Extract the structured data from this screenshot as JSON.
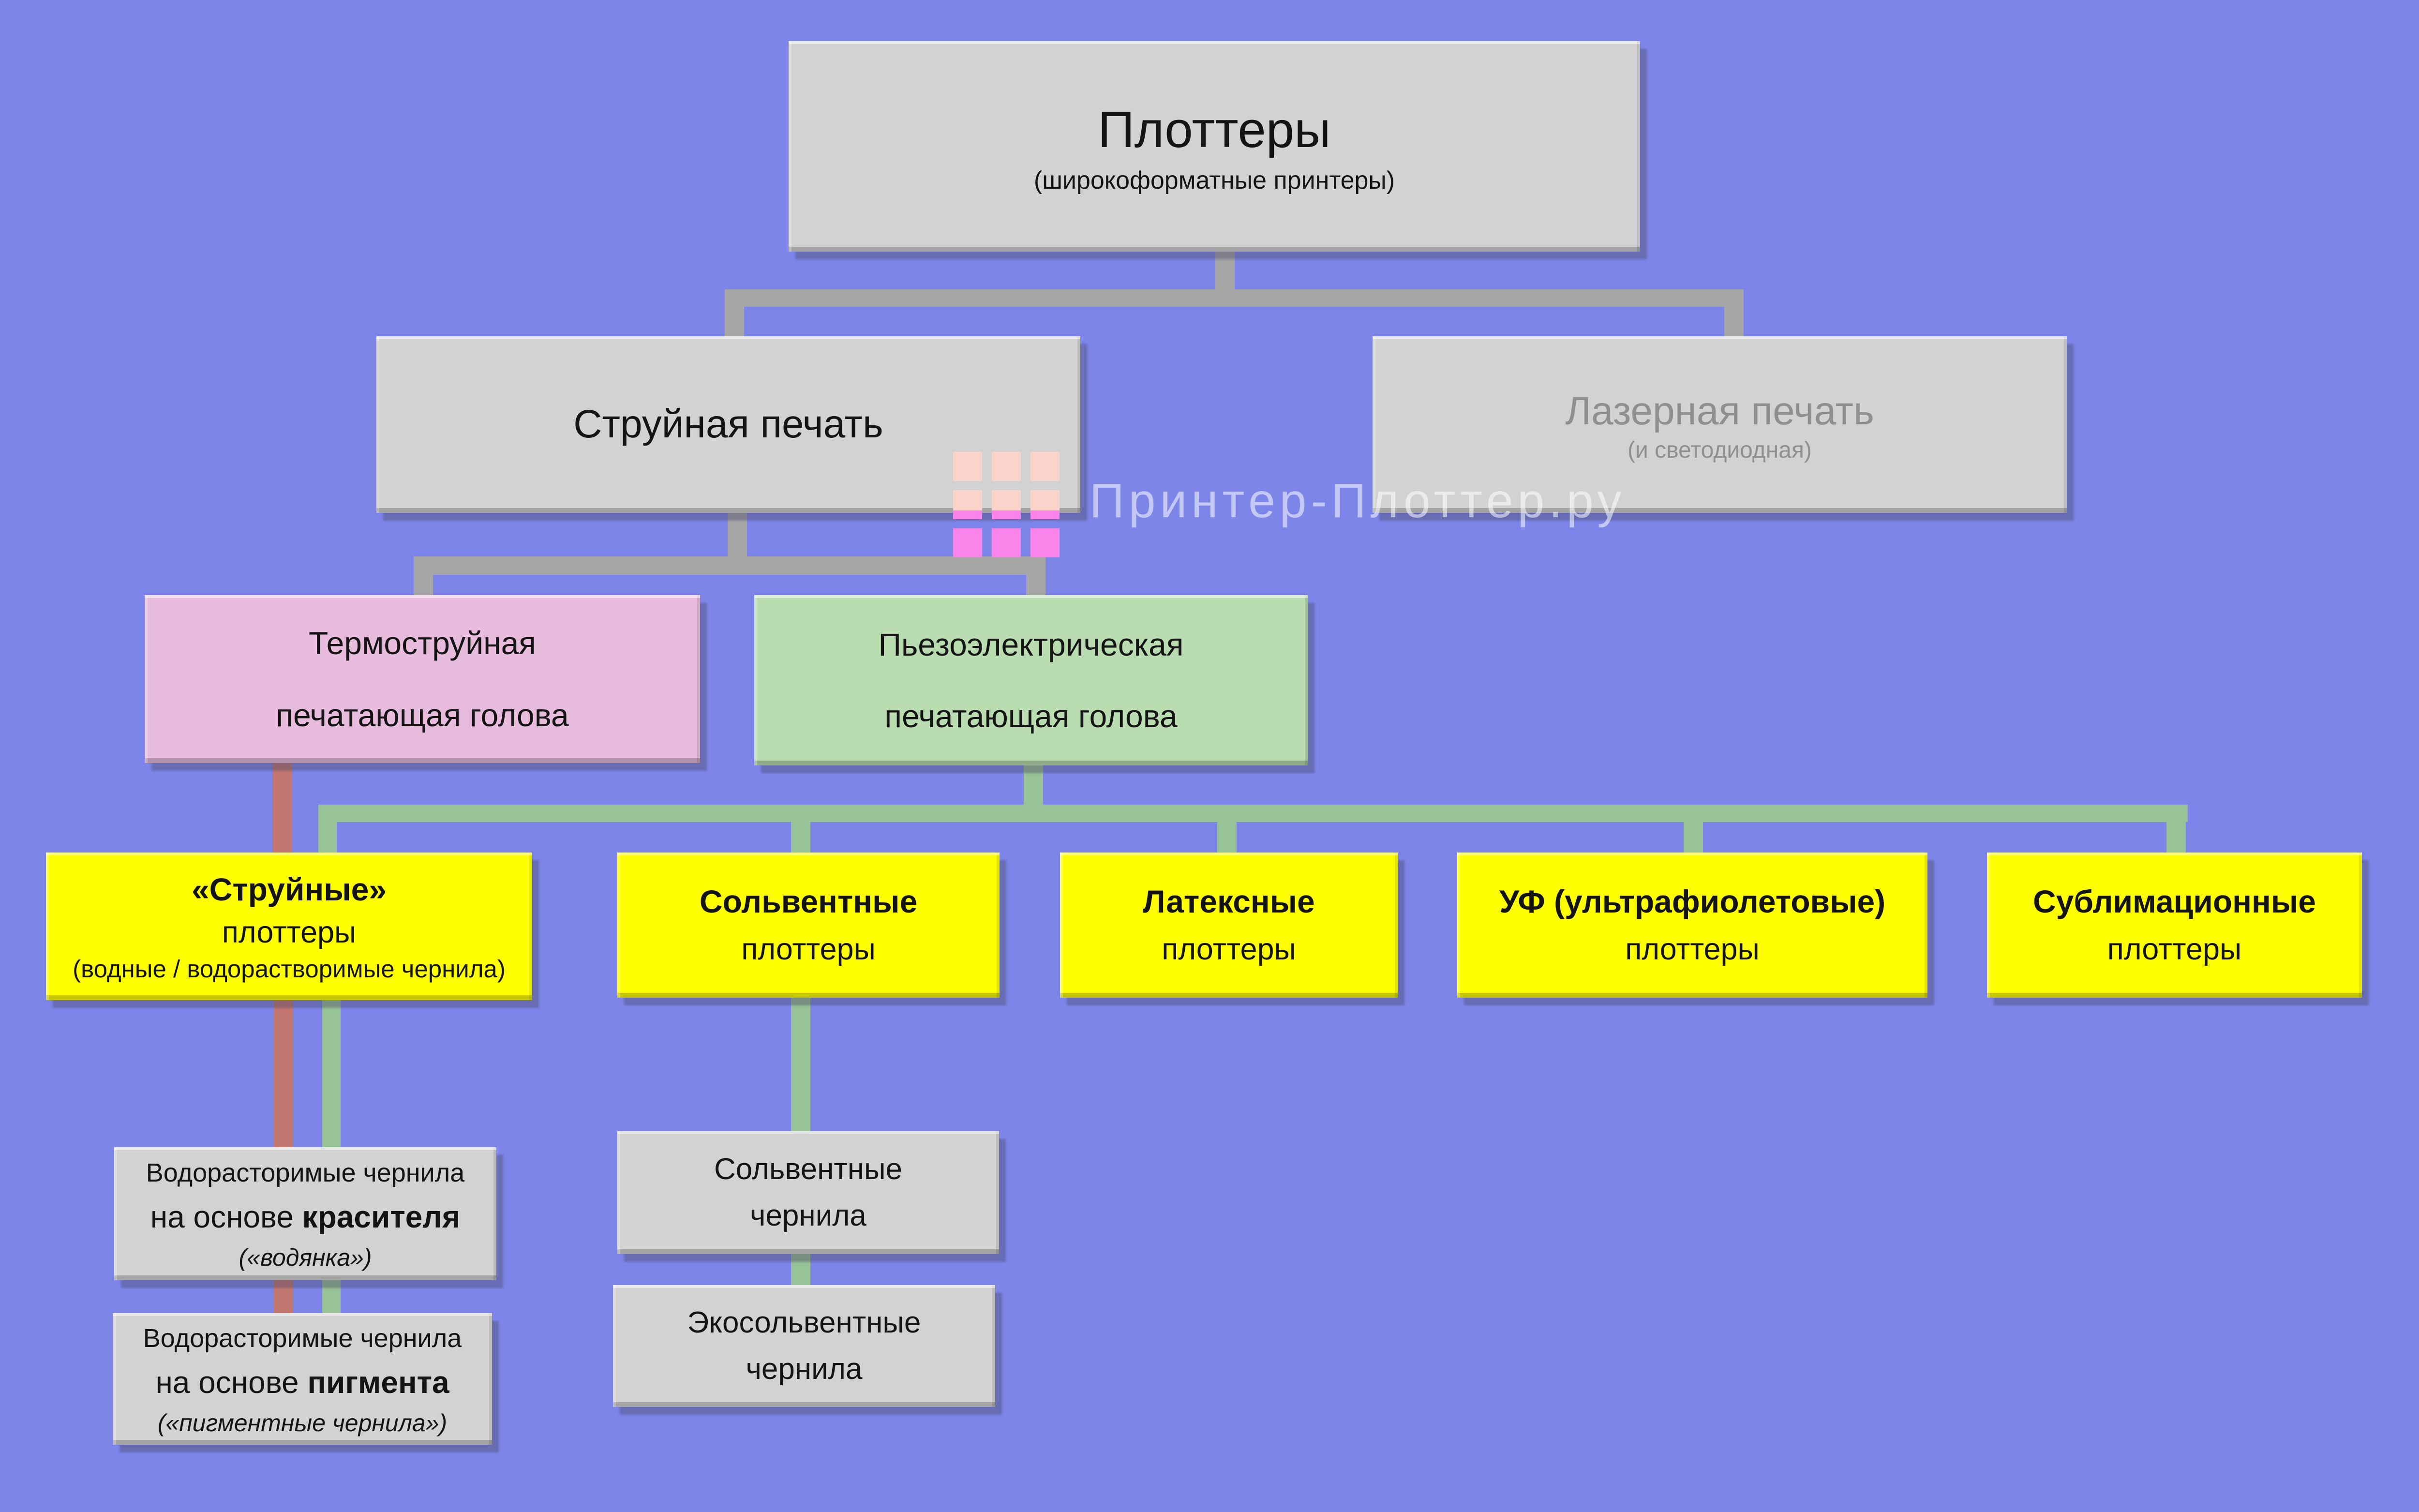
{
  "colors": {
    "background": "#7d86e8",
    "node_gray": "#d2d2d2",
    "connector_gray": "#a7a7a7",
    "thermal_pink": "#e7bcdc",
    "piezo_green": "#b9dcb1",
    "plotter_yellow": "#ffff00",
    "line_red": "#c27670",
    "line_green": "#98c297",
    "laser_text_gray": "#8f8f8f",
    "logo_pink_pale": "#fcd3ca",
    "logo_pink_bright": "#fb84ea"
  },
  "watermark": {
    "text": "Принтер-Плоттер.ру",
    "logo": "pink-grid-3x3"
  },
  "nodes": {
    "root": {
      "title": "Плоттеры",
      "subtitle": "(широкоформатные принтеры)"
    },
    "inkjet": {
      "title": "Струйная печать"
    },
    "laser": {
      "title": "Лазерная печать",
      "subtitle": "(и светодиодная)"
    },
    "thermal_head": {
      "line1": "Термоструйная",
      "line2": "печатающая голова"
    },
    "piezo_head": {
      "line1": "Пьезоэлектрическая",
      "line2": "печатающая голова"
    },
    "plotters": [
      {
        "title": "«Струйные»",
        "subtitle": "плоттеры",
        "note": "(водные / водорастворимые чернила)"
      },
      {
        "title": "Сольвентные",
        "subtitle": "плоттеры"
      },
      {
        "title": "Латексные",
        "subtitle": "плоттеры"
      },
      {
        "title": "УФ (ультрафиолетовые)",
        "subtitle": "плоттеры"
      },
      {
        "title": "Сублимационные",
        "subtitle": "плоттеры"
      }
    ],
    "inks": {
      "dye": {
        "line1": "Водорасторимые чернила",
        "line2_prefix": "на основе ",
        "line2_bold": "красителя",
        "line3": "(«водянка»)"
      },
      "pigment": {
        "line1": "Водорасторимые чернила",
        "line2_prefix": "на основе ",
        "line2_bold": "пигмента",
        "line3": "(«пигментные чернила»)"
      },
      "solvent": {
        "line1": "Сольвентные",
        "line2": "чернила"
      },
      "eco_solvent": {
        "line1": "Экосольвентные",
        "line2": "чернила"
      }
    }
  }
}
